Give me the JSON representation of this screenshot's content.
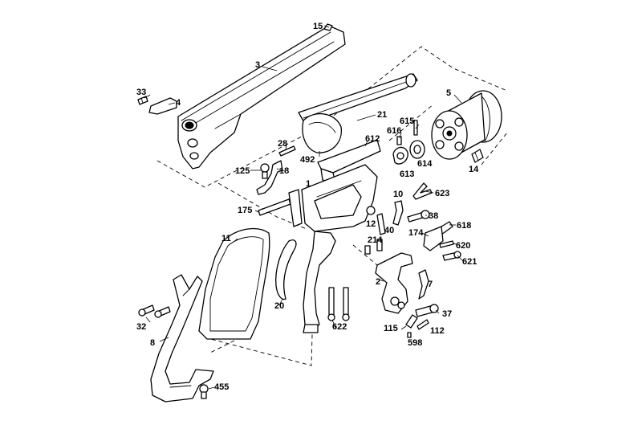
{
  "labels": {
    "l15": "15",
    "l3": "3",
    "l33": "33",
    "l4": "4",
    "l5": "5",
    "l21": "21",
    "l615": "615",
    "l616": "616",
    "l28": "28",
    "l612": "612",
    "l492": "492",
    "l613": "613",
    "l614": "614",
    "l14": "14",
    "l125": "125",
    "l18": "18",
    "l1": "1",
    "l623": "623",
    "l10": "10",
    "l175": "175",
    "l38": "38",
    "l12": "12",
    "l618": "618",
    "l174": "174",
    "l214": "214",
    "l40": "40",
    "l620": "620",
    "l11": "11",
    "l621": "621",
    "l2": "2",
    "l7": "7",
    "l20": "20",
    "l37": "37",
    "l32": "32",
    "l622": "622",
    "l115": "115",
    "l112": "112",
    "l598": "598",
    "l8": "8",
    "l455": "455"
  }
}
